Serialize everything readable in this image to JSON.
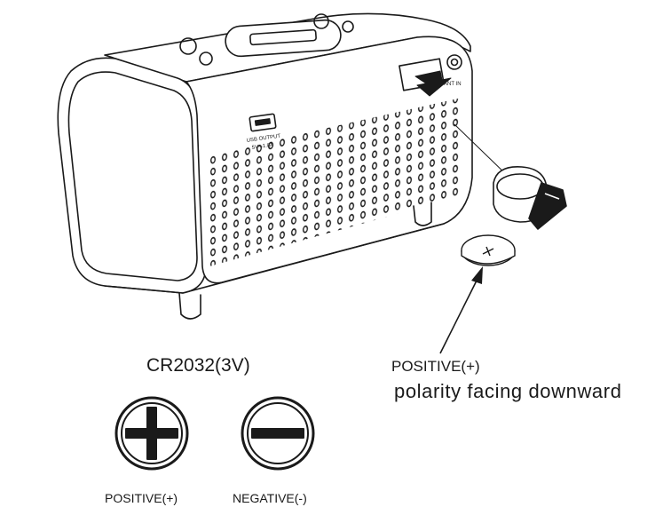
{
  "battery_type": "CR2032(3V)",
  "positive_caption": "POSITIVE(+)",
  "negative_caption": "NEGATIVE(-)",
  "annotation": {
    "line1": "POSITIVE(+)",
    "line2": "polarity facing downward"
  },
  "device": {
    "usb_label": "USB OUTPUT",
    "usb_spec": "5V⎓1.0A",
    "ant_label": "ANT IN"
  },
  "icons": {
    "positive": "plus-circle-icon",
    "negative": "minus-circle-icon",
    "coin": "coin-battery-icon"
  },
  "colors": {
    "line": "#1a1a1a",
    "fill": "#ffffff"
  }
}
